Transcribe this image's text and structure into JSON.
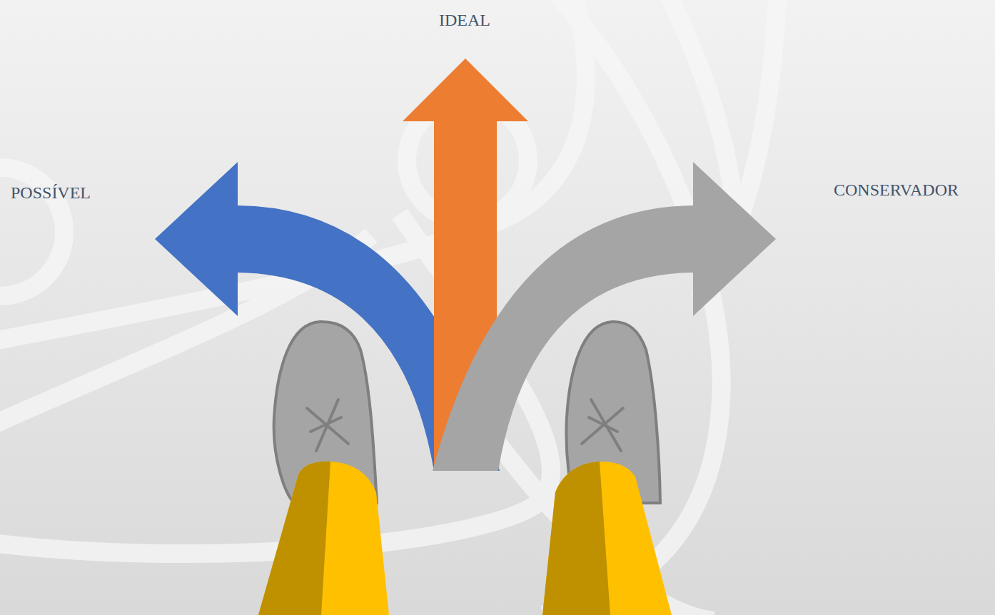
{
  "diagram": {
    "labels": [
      "IDEAL",
      "POSSÍVEL",
      "CONSERVADOR"
    ]
  }
}
